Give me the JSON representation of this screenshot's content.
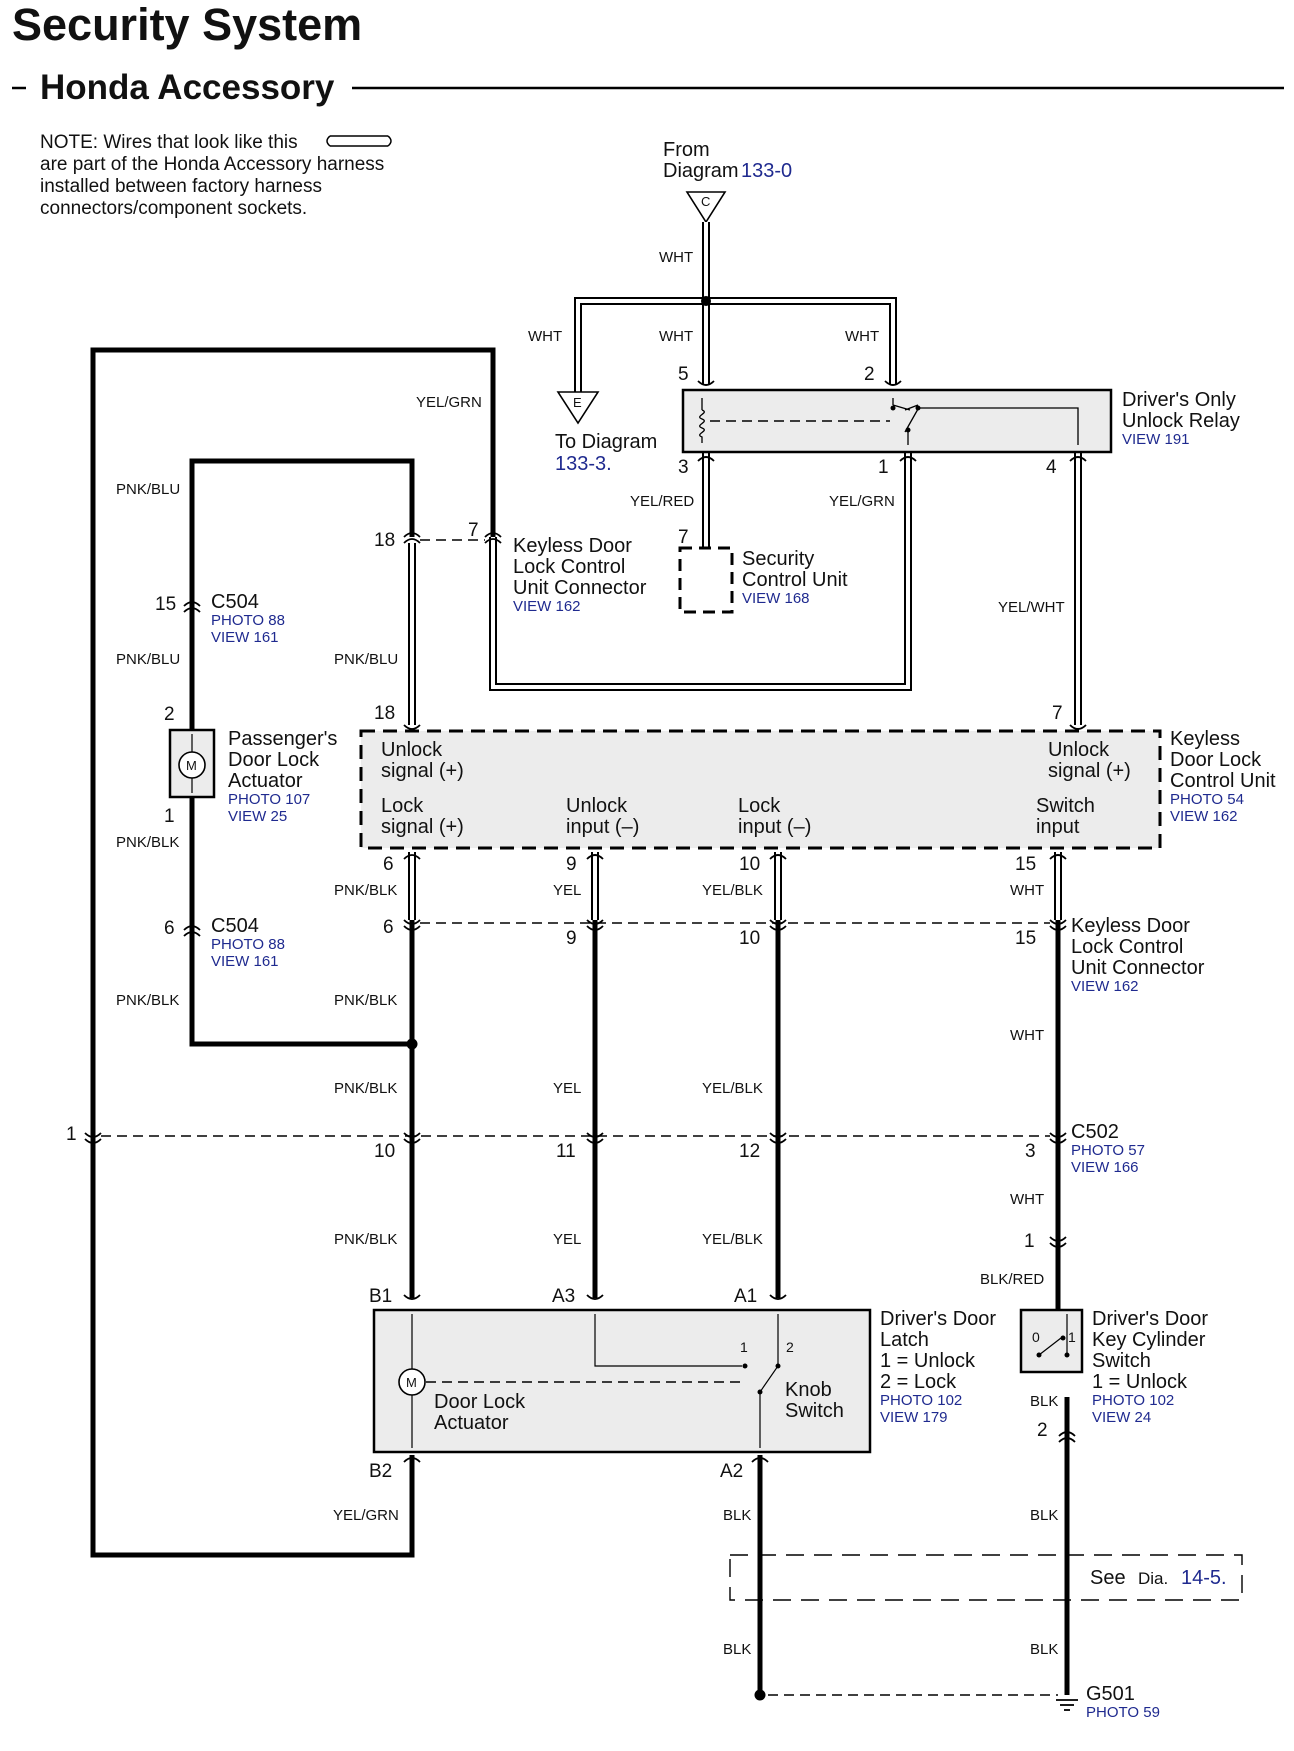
{
  "header": {
    "title": "Security System",
    "subtitle": "Honda Accessory"
  },
  "note": {
    "line1": "NOTE: Wires that look like this",
    "line2": "are part of the Honda Accessory harness",
    "line3": "installed between factory harness",
    "line4": "connectors/component sockets."
  },
  "from_diagram": {
    "label1": "From",
    "label2": "Diagram",
    "ref": "133-0",
    "node": "C"
  },
  "to_diagram": {
    "label": "To Diagram",
    "ref": "133-3.",
    "node": "E"
  },
  "relay": {
    "name1": "Driver's Only",
    "name2": "Unlock Relay",
    "view": "VIEW 191",
    "pins": {
      "p5": "5",
      "p2": "2",
      "p3": "3",
      "p1": "1",
      "p4": "4"
    }
  },
  "security_unit": {
    "name1": "Security",
    "name2": "Control Unit",
    "view": "VIEW 168",
    "pin": "7"
  },
  "keyless_connector_top": {
    "name1": "Keyless Door",
    "name2": "Lock Control",
    "name3": "Unit Connector",
    "view": "VIEW 162",
    "pin18": "18",
    "pin7": "7"
  },
  "c504_top": {
    "pin": "15",
    "name": "C504",
    "photo": "PHOTO 88",
    "view": "VIEW 161"
  },
  "c504_bottom": {
    "pin": "6",
    "name": "C504",
    "photo": "PHOTO 88",
    "view": "VIEW 161"
  },
  "passenger_actuator": {
    "name1": "Passenger's",
    "name2": "Door Lock",
    "name3": "Actuator",
    "photo": "PHOTO 107",
    "view": "VIEW 25",
    "pin2": "2",
    "pin1": "1",
    "motor": "M"
  },
  "keyless_unit": {
    "name1": "Keyless",
    "name2": "Door Lock",
    "name3": "Control Unit",
    "photo": "PHOTO 54",
    "view": "VIEW 162",
    "unlock_signal_l1": "Unlock",
    "unlock_signal_l2": "signal (+)",
    "unlock_signal_r1": "Unlock",
    "unlock_signal_r2": "signal (+)",
    "lock_signal1": "Lock",
    "lock_signal2": "signal (+)",
    "unlock_input1": "Unlock",
    "unlock_input2": "input (–)",
    "lock_input1": "Lock",
    "lock_input2": "input (–)",
    "switch_input1": "Switch",
    "switch_input2": "input",
    "pin18": "18",
    "pin7": "7",
    "pin6": "6",
    "pin9": "9",
    "pin10": "10",
    "pin15": "15"
  },
  "keyless_connector_mid": {
    "name1": "Keyless Door",
    "name2": "Lock Control",
    "name3": "Unit Connector",
    "view": "VIEW 162",
    "pin6": "6",
    "pin9": "9",
    "pin10": "10",
    "pin15": "15"
  },
  "c502": {
    "name": "C502",
    "photo": "PHOTO 57",
    "view": "VIEW 166",
    "pin1": "1",
    "pin10": "10",
    "pin11": "11",
    "pin12": "12",
    "pin3": "3"
  },
  "driver_latch": {
    "name1": "Driver's Door",
    "name2": "Latch",
    "state1": "1 = Unlock",
    "state2": "2 = Lock",
    "photo": "PHOTO 102",
    "view": "VIEW 179",
    "actuator1": "Door Lock",
    "actuator2": "Actuator",
    "knob1": "Knob",
    "knob2": "Switch",
    "pinB1": "B1",
    "pinA3": "A3",
    "pinA1": "A1",
    "pinB2": "B2",
    "pinA2": "A2",
    "sw1": "1",
    "sw2": "2",
    "motor": "M"
  },
  "key_switch": {
    "name1": "Driver's Door",
    "name2": "Key Cylinder",
    "name3": "Switch",
    "state": "1 = Unlock",
    "photo": "PHOTO 102",
    "view": "VIEW 24",
    "pin1": "1",
    "pin2": "2",
    "sw0": "0",
    "sw1": "1"
  },
  "ground": {
    "name": "G501",
    "photo": "PHOTO 59",
    "see": "See",
    "dia": "Dia.",
    "ref": "14-5."
  },
  "wire_colors": {
    "wht_top": "WHT",
    "wht_left": "WHT",
    "wht_mid": "WHT",
    "wht_right": "WHT",
    "yel_grn_top": "YEL/GRN",
    "yel_red": "YEL/RED",
    "yel_grn_relay": "YEL/GRN",
    "yel_wht": "YEL/WHT",
    "pnk_blu_1": "PNK/BLU",
    "pnk_blu_2": "PNK/BLU",
    "pnk_blu_3": "PNK/BLU",
    "pnk_blk_1": "PNK/BLK",
    "pnk_blk_2": "PNK/BLK",
    "pnk_blk_3": "PNK/BLK",
    "pnk_blk_4": "PNK/BLK",
    "pnk_blk_5": "PNK/BLK",
    "pnk_blk_6": "PNK/BLK",
    "yel_1": "YEL",
    "yel_2": "YEL",
    "yel_3": "YEL",
    "yel_blk_1": "YEL/BLK",
    "yel_blk_2": "YEL/BLK",
    "yel_blk_3": "YEL/BLK",
    "wht_1": "WHT",
    "wht_2": "WHT",
    "wht_3": "WHT",
    "blk_red": "BLK/RED",
    "blk_1": "BLK",
    "blk_2": "BLK",
    "blk_3": "BLK",
    "blk_4": "BLK",
    "blk_5": "BLK",
    "yel_grn_bottom": "YEL/GRN"
  }
}
